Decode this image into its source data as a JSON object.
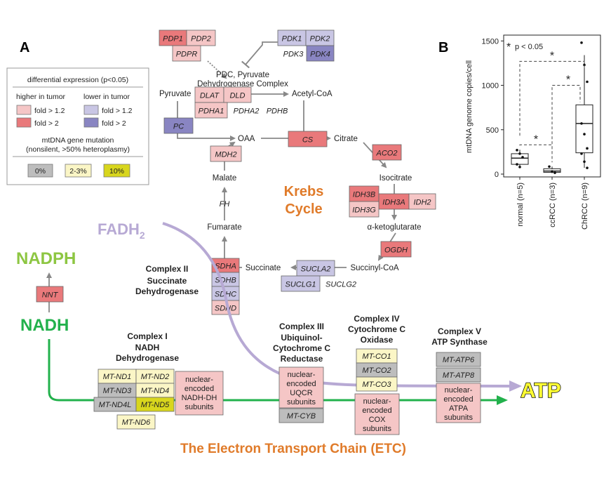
{
  "panel_a": {
    "letter": "A",
    "legend": {
      "title": "differential expression (p<0.05)",
      "higher": "higher in tumor",
      "lower": "lower in tumor",
      "hi_fc1": "fold > 1.2",
      "hi_fc2": "fold > 2",
      "lo_fc1": "fold > 1.2",
      "lo_fc2": "fold > 2",
      "mut_title1": "mtDNA gene mutation",
      "mut_title2": "(nonsilent, >50% heteroplasmy)",
      "mut0": "0%",
      "mut1": "2-3%",
      "mut2": "10%"
    },
    "colors": {
      "high_weak": "#f5c6c6",
      "high_strong": "#e9797b",
      "low_weak": "#c9c6e4",
      "low_strong": "#8985c2",
      "mut_none": "#bdbdbd",
      "mut_low": "#fbf6c6",
      "mut_high": "#d8d61d",
      "nadh_green": "#22b14c",
      "nadph_green": "#8dc642",
      "fadh_purple": "#b7a9d4",
      "orange": "#e07b2a"
    },
    "genes": {
      "PDP1": "PDP1",
      "PDP2": "PDP2",
      "PDPR": "PDPR",
      "PDK1": "PDK1",
      "PDK2": "PDK2",
      "PDK3": "PDK3",
      "PDK4": "PDK4",
      "DLAT": "DLAT",
      "DLD": "DLD",
      "PDHA1": "PDHA1",
      "PDHA2": "PDHA2",
      "PDHB": "PDHB",
      "PC": "PC",
      "CS": "CS",
      "MDH2": "MDH2",
      "ACO2": "ACO2",
      "IDH3B": "IDH3B",
      "IDH3A": "IDH3A",
      "IDH2": "IDH2",
      "IDH3G": "IDH3G",
      "OGDH": "OGDH",
      "SUCLA2": "SUCLA2",
      "SUCLG1": "SUCLG1",
      "SUCLG2": "SUCLG2",
      "FH": "FH",
      "SDHA": "SDHA",
      "SDHB": "SDHB",
      "SDHC": "SDHC",
      "SDHD": "SDHD",
      "NNT": "NNT",
      "MT_ND1": "MT-ND1",
      "MT_ND2": "MT-ND2",
      "MT_ND3": "MT-ND3",
      "MT_ND4": "MT-ND4",
      "MT_ND4L": "MT-ND4L",
      "MT_ND5": "MT-ND5",
      "MT_ND6": "MT-ND6",
      "MT_CYB": "MT-CYB",
      "MT_CO1": "MT-CO1",
      "MT_CO2": "MT-CO2",
      "MT_CO3": "MT-CO3",
      "MT_ATP6": "MT-ATP6",
      "MT_ATP8": "MT-ATP8"
    },
    "metabolites": {
      "pyruvate": "Pyruvate",
      "acetyl_coa": "Acetyl-CoA",
      "oaa": "OAA",
      "citrate": "Citrate",
      "isocitrate": "Isocitrate",
      "akg": "α-ketoglutarate",
      "succinyl_coa": "Succinyl-CoA",
      "succinate": "Succinate",
      "fumarate": "Fumarate",
      "malate": "Malate"
    },
    "pdc": {
      "line1": "PDC, Pyruvate",
      "line2": "Dehydrogenase Complex"
    },
    "krebs": {
      "line1": "Krebs",
      "line2": "Cycle"
    },
    "fadh2": {
      "main": "FADH",
      "sub": "2"
    },
    "nadph": "NADPH",
    "nadh": "NADH",
    "atp": "ATP",
    "etc_title": "The Electron Transport Chain (ETC)",
    "complex2": {
      "l1": "Complex II",
      "l2": "Succinate",
      "l3": "Dehydrogenase"
    },
    "complex1": {
      "l1": "Complex I",
      "l2": "NADH",
      "l3": "Dehydrogenase"
    },
    "complex3": {
      "l1": "Complex III",
      "l2": "Ubiquinol-",
      "l3": "Cytochrome C",
      "l4": "Reductase"
    },
    "complex4": {
      "l1": "Complex IV",
      "l2": "Cytochrome C",
      "l3": "Oxidase"
    },
    "complex5": {
      "l1": "Complex V",
      "l2": "ATP Synthase"
    },
    "nuclear1": {
      "l1": "nuclear-",
      "l2": "encoded",
      "l3": "NADH-DH",
      "l4": "subunits"
    },
    "nuclear3": {
      "l1": "nuclear-",
      "l2": "encoded",
      "l3": "UQCR",
      "l4": "subunits"
    },
    "nuclear4": {
      "l1": "nuclear-",
      "l2": "encoded",
      "l3": "COX",
      "l4": "subunits"
    },
    "nuclear5": {
      "l1": "nuclear-",
      "l2": "encoded",
      "l3": "ATPA",
      "l4": "subunits"
    }
  },
  "panel_b": {
    "letter": "B",
    "significance_note": "p < 0.05",
    "star": "*",
    "ylabel": "mtDNA genome copies/cell",
    "yticks": [
      "0",
      "500",
      "1000",
      "1500"
    ],
    "chart_data": {
      "type": "boxplot",
      "ylabel": "mtDNA genome copies/cell",
      "ylim": [
        0,
        1550
      ],
      "categories": [
        "normal (n=5)",
        "ccRCC (n=3)",
        "ChRCC (n=9)"
      ],
      "boxes": [
        {
          "name": "normal (n=5)",
          "min": 80,
          "q1": 110,
          "median": 180,
          "q3": 230,
          "max": 275,
          "points": [
            270,
            230,
            190,
            110,
            80
          ]
        },
        {
          "name": "ccRCC (n=3)",
          "min": 10,
          "q1": 20,
          "median": 35,
          "q3": 60,
          "max": 85,
          "points": [
            85,
            30,
            15
          ]
        },
        {
          "name": "ChRCC (n=9)",
          "min": 70,
          "q1": 240,
          "median": 570,
          "q3": 780,
          "max": 1340,
          "points": [
            1480,
            1230,
            1040,
            570,
            450,
            290,
            230,
            140,
            70
          ]
        }
      ],
      "comparisons": [
        {
          "pair": [
            "normal (n=5)",
            "ccRCC (n=3)"
          ],
          "label": "*"
        },
        {
          "pair": [
            "ccRCC (n=3)",
            "ChRCC (n=9)"
          ],
          "label": "*"
        },
        {
          "pair": [
            "normal (n=5)",
            "ChRCC (n=9)"
          ],
          "label": "*"
        }
      ]
    }
  }
}
